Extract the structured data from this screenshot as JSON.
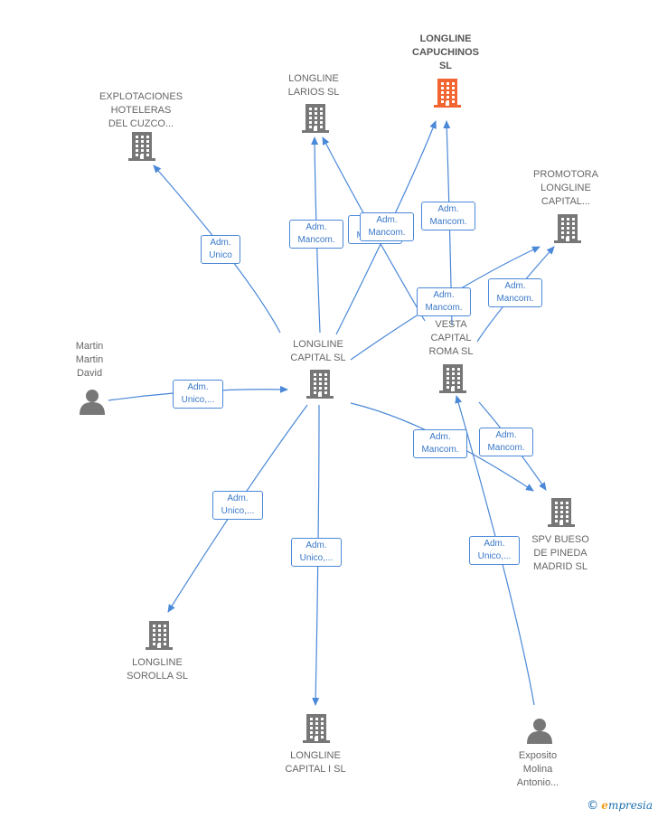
{
  "nodes": [
    {
      "id": "expl",
      "type": "company",
      "label": "EXPLOTACIONES\nHOTELERAS\nDEL CUZCO...",
      "highlight": false
    },
    {
      "id": "larios",
      "type": "company",
      "label": "LONGLINE\nLARIOS  SL",
      "highlight": false
    },
    {
      "id": "capuchinos",
      "type": "company",
      "label": "LONGLINE\nCAPUCHINOS\nSL",
      "highlight": true
    },
    {
      "id": "promotora",
      "type": "company",
      "label": "PROMOTORA\nLONGLINE\nCAPITAL...",
      "highlight": false
    },
    {
      "id": "capital",
      "type": "company",
      "label": "LONGLINE\nCAPITAL  SL",
      "highlight": false
    },
    {
      "id": "vesta",
      "type": "company",
      "label": "VESTA\nCAPITAL\nROMA  SL",
      "highlight": false
    },
    {
      "id": "martin",
      "type": "person",
      "label": "Martin\nMartin\nDavid",
      "highlight": false
    },
    {
      "id": "spv",
      "type": "company",
      "label": "SPV BUESO\nDE PINEDA\nMADRID  SL",
      "highlight": false
    },
    {
      "id": "sorolla",
      "type": "company",
      "label": "LONGLINE\nSOROLLA  SL",
      "highlight": false
    },
    {
      "id": "capital1",
      "type": "company",
      "label": "LONGLINE\nCAPITAL I  SL",
      "highlight": false
    },
    {
      "id": "exposito",
      "type": "person",
      "label": "Exposito\nMolina\nAntonio...",
      "highlight": false
    }
  ],
  "edges": [
    {
      "from": "capital",
      "to": "expl",
      "label": "Adm.\nUnico"
    },
    {
      "from": "capital",
      "to": "larios",
      "label": "Adm.\nMancom."
    },
    {
      "from": "capital",
      "to": "capuchinos",
      "label": "Adm.\nMancom."
    },
    {
      "from": "vesta",
      "to": "larios",
      "label": "Adm.\nMancom."
    },
    {
      "from": "vesta",
      "to": "capuchinos",
      "label": "Adm.\nMancom."
    },
    {
      "from": "capital",
      "to": "promotora",
      "label": "Adm.\nMancom."
    },
    {
      "from": "vesta",
      "to": "promotora",
      "label": "Adm.\nMancom."
    },
    {
      "from": "martin",
      "to": "capital",
      "label": "Adm.\nUnico,..."
    },
    {
      "from": "capital",
      "to": "spv",
      "label": "Adm.\nMancom."
    },
    {
      "from": "vesta",
      "to": "spv",
      "label": "Adm.\nMancom."
    },
    {
      "from": "capital",
      "to": "sorolla",
      "label": "Adm.\nUnico,..."
    },
    {
      "from": "capital",
      "to": "capital1",
      "label": "Adm.\nUnico,..."
    },
    {
      "from": "exposito",
      "to": "vesta",
      "label": "Adm.\nUnico,..."
    }
  ],
  "colors": {
    "edge": "#4a88d8",
    "icon": "#777777",
    "highlight": "#f26430"
  },
  "icons": {
    "company": "building-icon",
    "person": "person-icon"
  },
  "brand": {
    "copyright": "©",
    "text": "mpresia",
    "initial": "e"
  }
}
